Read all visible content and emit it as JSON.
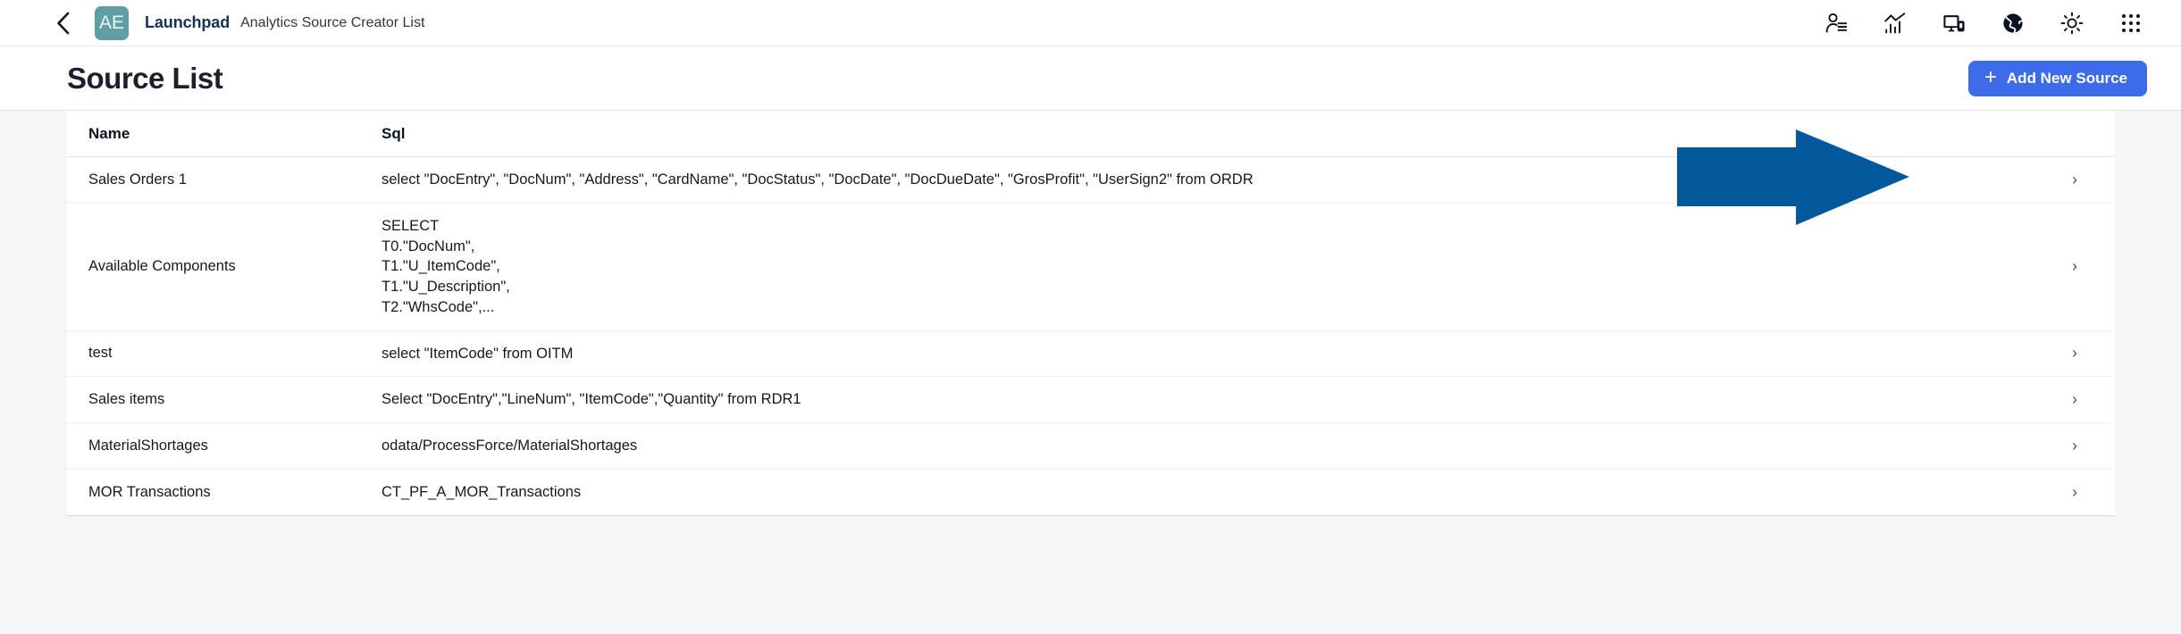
{
  "topbar": {
    "back_icon": "chevron-left-icon",
    "logo_text": "AE",
    "logo_color": "#5f9ea4",
    "brand": "Launchpad",
    "subtitle": "Analytics Source Creator List",
    "icons": [
      {
        "name": "user-settings-icon",
        "label": "User Settings"
      },
      {
        "name": "analytics-chart-icon",
        "label": "Analytics"
      },
      {
        "name": "devices-icon",
        "label": "Devices"
      },
      {
        "name": "globe-icon",
        "label": "Language"
      },
      {
        "name": "brightness-sun-icon",
        "label": "Appearance"
      },
      {
        "name": "app-grid-icon",
        "label": "Apps"
      }
    ]
  },
  "page": {
    "title": "Source List",
    "add_button": {
      "label": "Add New Source",
      "plus": "+",
      "color": "#3d6bea"
    }
  },
  "annotation": {
    "type": "arrow-right",
    "color": "#03599c",
    "points_to": "Add New Source"
  },
  "table": {
    "columns": [
      "Name",
      "Sql",
      ""
    ],
    "chevron": "›",
    "rows": [
      {
        "name": "Sales Orders 1",
        "sql": "select \"DocEntry\", \"DocNum\", \"Address\", \"CardName\", \"DocStatus\", \"DocDate\", \"DocDueDate\", \"GrosProfit\", \"UserSign2\" from ORDR"
      },
      {
        "name": "Available Components",
        "sql": "SELECT\nT0.\"DocNum\",\nT1.\"U_ItemCode\",\nT1.\"U_Description\",\nT2.\"WhsCode\",..."
      },
      {
        "name": "test",
        "sql": "select \"ItemCode\" from OITM"
      },
      {
        "name": "Sales items",
        "sql": "Select \"DocEntry\",\"LineNum\", \"ItemCode\",\"Quantity\" from RDR1"
      },
      {
        "name": "MaterialShortages",
        "sql": "odata/ProcessForce/MaterialShortages"
      },
      {
        "name": "MOR Transactions",
        "sql": "CT_PF_A_MOR_Transactions"
      }
    ]
  }
}
